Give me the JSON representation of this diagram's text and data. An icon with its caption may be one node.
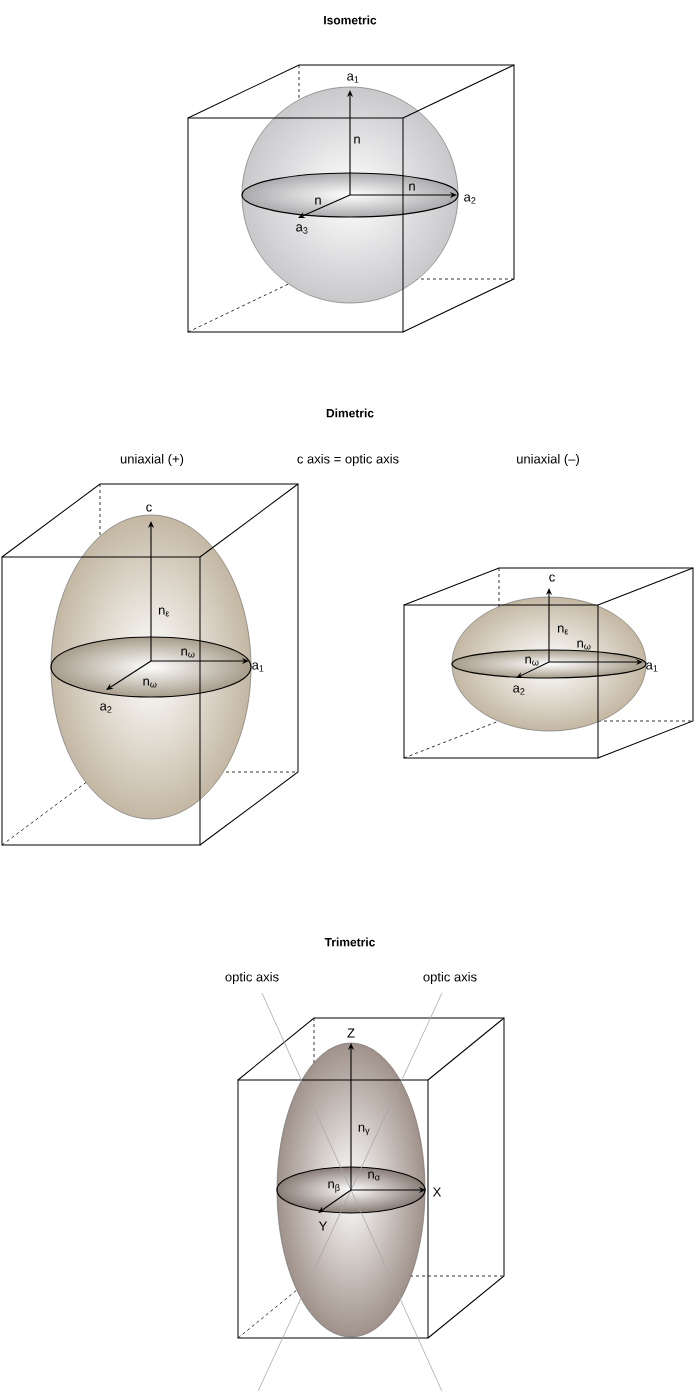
{
  "diagram": {
    "labels": [
      "Isometric",
      "a$_{1}$",
      "n",
      "n",
      "n",
      "a$_{2}$",
      "a$_{3}$",
      "Dimetric",
      "uniaxial (+)",
      "c axis = optic axis",
      "uniaxial (–)",
      "c",
      "c",
      "n$_{ε}$",
      "n$_{ε}$",
      "n$_{ω}$",
      "a$_{1}$",
      "n$_{ω}$",
      "n$_{ω}$",
      "a$_{1}$",
      "n$_{ω}$",
      "a$_{2}$",
      "a$_{2}$",
      "Trimetric",
      "optic axis",
      "optic axis",
      "Z",
      "n$_{γ}$",
      "n$_{α}$",
      "n$_{β}$",
      "X",
      "Y"
    ]
  }
}
